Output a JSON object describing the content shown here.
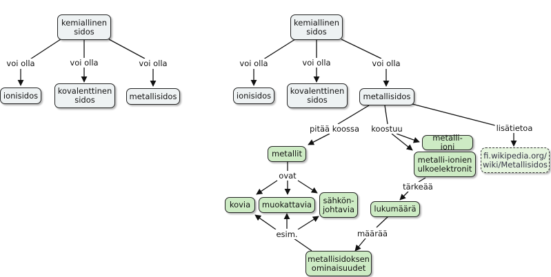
{
  "left_map": {
    "root": "kemiallinen\nsidos",
    "edge_label": "voi olla",
    "children": [
      "ionisidos",
      "kovalenttinen\nsidos",
      "metallisidos"
    ]
  },
  "right_map": {
    "root": "kemiallinen\nsidos",
    "edge_label": "voi olla",
    "children": [
      "ionisidos",
      "kovalenttinen\nsidos",
      "metallisidos"
    ],
    "edges": {
      "pitaa_koossa": "pitää koossa",
      "koostuu": "koostuu",
      "lisatietoa": "lisätietoa",
      "ovat": "ovat",
      "tarkeaa": "tärkeää",
      "maaraa": "määrää",
      "esim": "esim."
    },
    "nodes": {
      "metallit": "metallit",
      "metalli_ioni": "metalli-ioni",
      "ulkoelektronit": "metalli-ionien\nulkoelektronit",
      "wiki": "fi.wikipedia.org/\nwiki/Metallisidos",
      "kovia": "kovia",
      "muokattavia": "muokattavia",
      "sahkonjohtavia": "sähkön-\njohtavia",
      "lukumaara": "lukumäärä",
      "ominaisuudet": "metallisidoksen\nominaisuudet"
    }
  },
  "colors": {
    "node_fill": "#eef2f3",
    "green_fill": "#cdebc4",
    "link_fill": "#e6f5df",
    "stroke": "#222222"
  }
}
